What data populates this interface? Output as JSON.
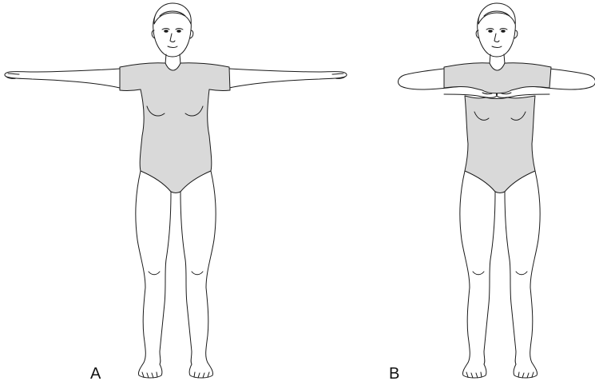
{
  "panels": [
    {
      "id": "a",
      "label": "A"
    },
    {
      "id": "b",
      "label": "B"
    }
  ],
  "colors": {
    "outline": "#1a1a1a",
    "leotard": "#d9d9d9",
    "background": "#ffffff"
  }
}
